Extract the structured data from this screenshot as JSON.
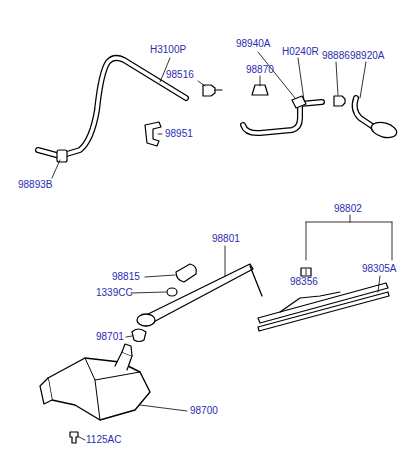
{
  "diagram": {
    "labels": [
      "H3100P",
      "98516",
      "98951",
      "98893B",
      "98940A",
      "98870",
      "H0240R",
      "98886",
      "98920A",
      "98802",
      "98801",
      "98356",
      "98305A",
      "98815",
      "1339CC",
      "98701",
      "98700",
      "1125AC"
    ]
  }
}
